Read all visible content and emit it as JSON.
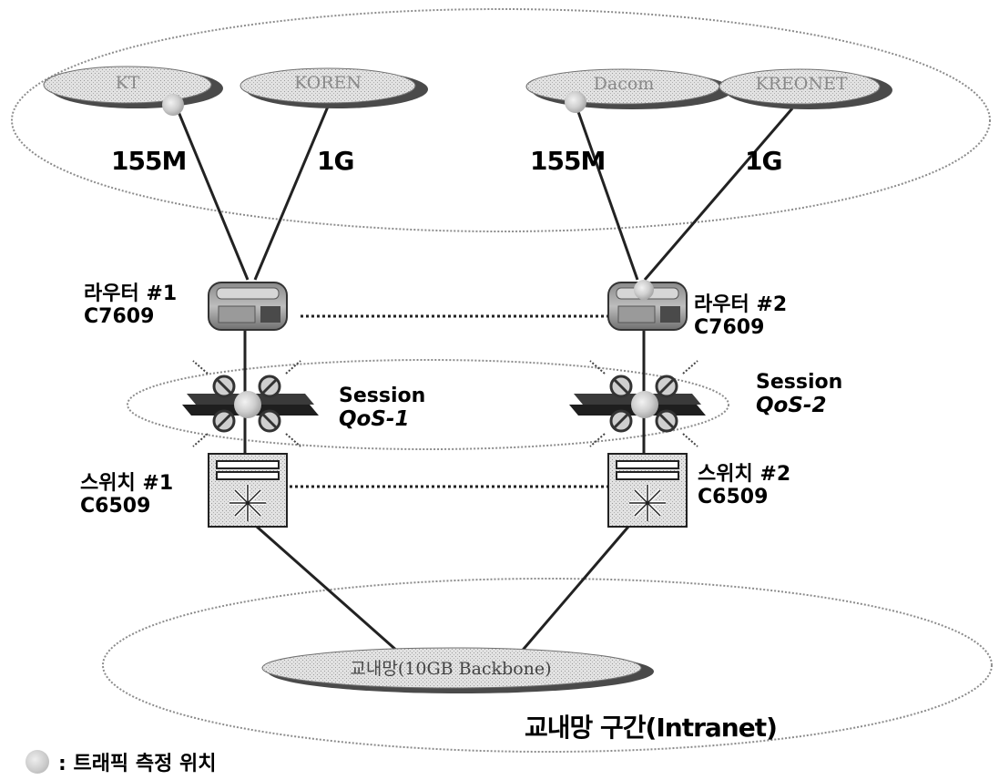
{
  "clouds": {
    "kt": "KT",
    "koren": "KOREN",
    "dacom": "Dacom",
    "kreonet": "KREONET",
    "campus": "교내망(10GB Backbone)"
  },
  "links": {
    "left_a": "155M",
    "left_b": "1G",
    "right_a": "155M",
    "right_b": "1G"
  },
  "router1": {
    "name": "라우터 #1",
    "model": "C7609"
  },
  "router2": {
    "name": "라우터 #2",
    "model": "C7609"
  },
  "switch1": {
    "name": "스위치 #1",
    "model": "C6509"
  },
  "switch2": {
    "name": "스위치 #2",
    "model": "C6509"
  },
  "qos1": {
    "line1": "Session",
    "line2": "QoS-1"
  },
  "qos2": {
    "line1": "Session",
    "line2": "QoS-2"
  },
  "intranet_label": "교내망 구간(Intranet)",
  "legend": {
    "text": ": 트래픽 측정 위치"
  }
}
